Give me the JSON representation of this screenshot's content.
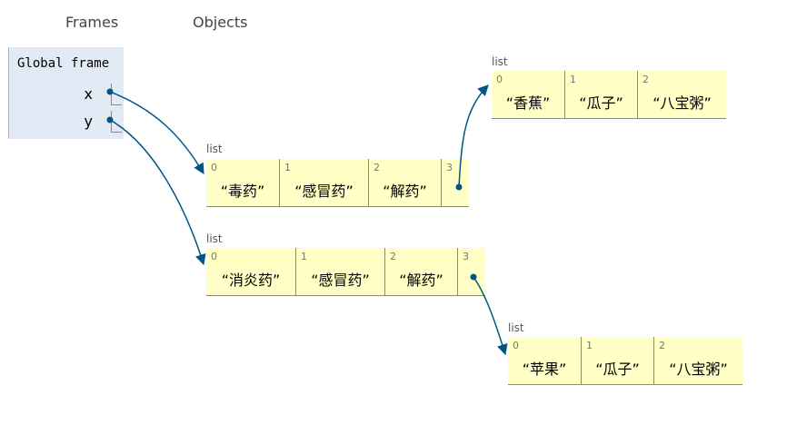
{
  "headers": {
    "frames": "Frames",
    "objects": "Objects"
  },
  "frame": {
    "title": "Global frame",
    "vars": [
      {
        "name": "x"
      },
      {
        "name": "y"
      }
    ]
  },
  "lists": [
    {
      "label": "list",
      "items": [
        "“香蕉”",
        "“瓜子”",
        "“八宝粥”"
      ]
    },
    {
      "label": "list",
      "items": [
        "“毒药”",
        "“感冒药”",
        "“解药”",
        ""
      ]
    },
    {
      "label": "list",
      "items": [
        "“消炎药”",
        "“感冒药”",
        "“解药”",
        ""
      ]
    },
    {
      "label": "list",
      "items": [
        "“苹果”",
        "“瓜子”",
        "“八宝粥”"
      ]
    }
  ],
  "colors": {
    "arrow": "#005583",
    "cell_bg": "#ffffc6",
    "frame_bg": "#e2eaf6"
  }
}
